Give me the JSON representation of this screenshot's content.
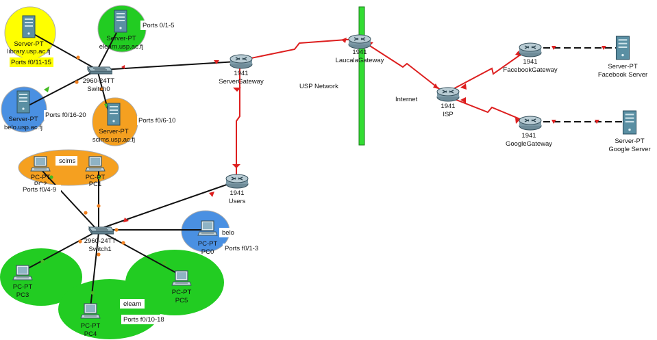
{
  "colors": {
    "yellow_zone": "#ffff00",
    "green_zone": "#22cc22",
    "blue_zone": "#4a90e2",
    "orange_zone": "#f5a020",
    "serial_link": "#dd1f1f",
    "copper_link": "#111111",
    "port_orange": "#f08020",
    "port_green": "#44bb22",
    "wall_green": "#33dd33"
  },
  "devices": {
    "library_server": {
      "type": "Server-PT",
      "name": "library.usp.ac.fj"
    },
    "elearn_server": {
      "type": "Server-PT",
      "name": "elearn.usp.ac.fj"
    },
    "belo_server": {
      "type": "Server-PT",
      "name": "belo.usp.ac.fj"
    },
    "scims_server": {
      "type": "Server-PT",
      "name": "scims.usp.ac.fj"
    },
    "switch0": {
      "type": "2960-24TT",
      "name": "Switch0"
    },
    "switch1": {
      "type": "2960-24TT",
      "name": "Switch1"
    },
    "server_gateway": {
      "type": "1941",
      "name": "ServerGateway"
    },
    "users_router": {
      "type": "1941",
      "name": "Users"
    },
    "laucala_gateway": {
      "type": "1941",
      "name": "LaucalaGateway"
    },
    "isp_router": {
      "type": "1941",
      "name": "ISP"
    },
    "facebook_gateway": {
      "type": "1941",
      "name": "FacebookGateway"
    },
    "google_gateway": {
      "type": "1941",
      "name": "GoogleGateway"
    },
    "facebook_server": {
      "type": "Server-PT",
      "name": "Facebook Server"
    },
    "google_server": {
      "type": "Server-PT",
      "name": "Google Server"
    },
    "pc_scims_a": {
      "type": "PC-PT",
      "name": "PC2"
    },
    "pc_scims_b": {
      "type": "PC-PT",
      "name": "PC1"
    },
    "pc0": {
      "type": "PC-PT",
      "name": "PC0"
    },
    "pc3": {
      "type": "PC-PT",
      "name": "PC3"
    },
    "pc4": {
      "type": "PC-PT",
      "name": "PC4"
    },
    "pc5": {
      "type": "PC-PT",
      "name": "PC5"
    }
  },
  "notes": {
    "ports_library": "Ports f0/11-15",
    "ports_elearn_server": "Ports 0/1-5",
    "ports_belo_server": "Ports f0/16-20",
    "ports_scims_server": "Ports f0/6-10",
    "scims_area": "scims",
    "ports_scims_pcs": "Ports f0/4-9",
    "belo_area": "belo",
    "ports_belo_pcs": "Ports f0/1-3",
    "elearn_area": "elearn",
    "ports_elearn_pcs": "Ports f0/10-18",
    "usp_network": "USP Network",
    "internet": "Internet"
  }
}
